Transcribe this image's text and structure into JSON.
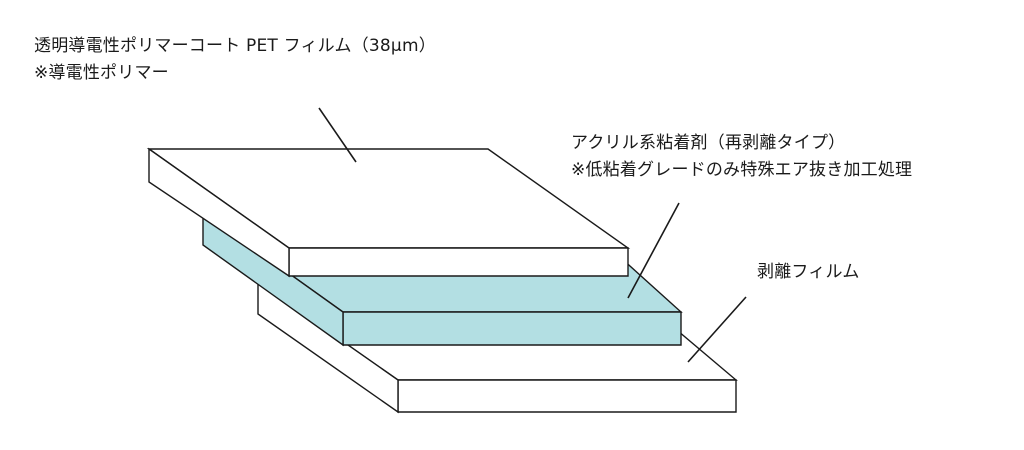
{
  "diagram": {
    "labels": {
      "top_film": {
        "line1": "透明導電性ポリマーコート PET フィルム（38μm）",
        "line2": "※導電性ポリマー"
      },
      "adhesive": {
        "line1": "アクリル系粘着剤（再剥離タイプ）",
        "line2": "※低粘着グレードのみ特殊エア抜き加工処理"
      },
      "release_film": {
        "line1": "剥離フィルム"
      }
    },
    "colors": {
      "film_face": "#ffffff",
      "adhesive_face": "#b3dfe3",
      "outline": "#1a1a1a",
      "background": "#ffffff"
    }
  }
}
